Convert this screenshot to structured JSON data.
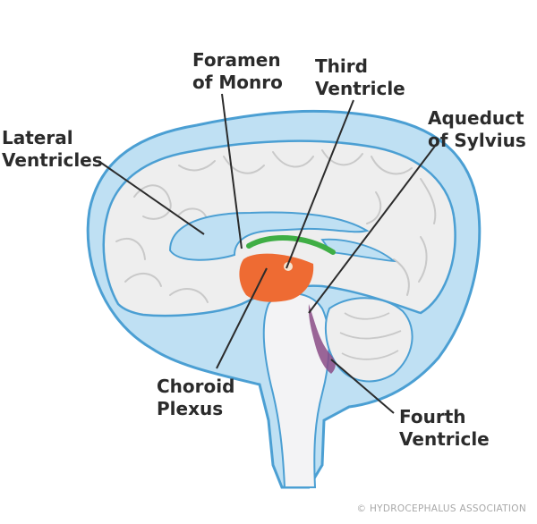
{
  "labels": {
    "foramen_of_monro": [
      "Foramen",
      "of Monro"
    ],
    "third_ventricle": [
      "Third",
      "Ventricle"
    ],
    "aqueduct_of_sylvius": [
      "Aqueduct",
      "of Sylvius"
    ],
    "lateral_ventricles": [
      "Lateral",
      "Ventricles"
    ],
    "choroid_plexus": [
      "Choroid",
      "Plexus"
    ],
    "fourth_ventricle": [
      "Fourth",
      "Ventricle"
    ]
  },
  "credit": "© HYDROCEPHALUS ASSOCIATION",
  "colors": {
    "csf_blue": "#bfe0f3",
    "outline_blue": "#4b9fd3",
    "brain_gray": "#eeeeee",
    "brain_line": "#c9c9c9",
    "stem": "#f3f3f5",
    "choroid_orange": "#ee6b33",
    "third_green": "#3fae45",
    "fourth_purple": "#8a4b86",
    "leader": "#2b2b2b"
  }
}
